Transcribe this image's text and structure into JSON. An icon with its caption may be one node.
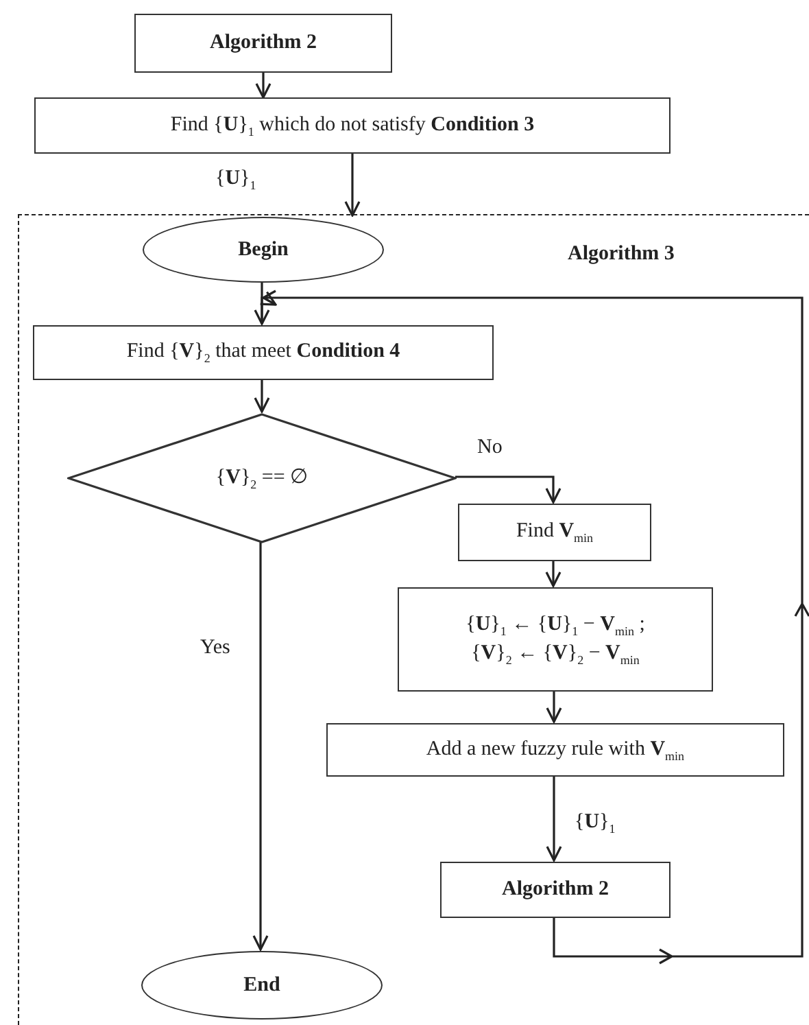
{
  "diagram": {
    "nodes": [
      {
        "text": [
          "Algorithm 2"
        ]
      },
      {
        "text": [
          "Find {**U**}$_{1}$ which do not satisfy **Condition 3**"
        ]
      },
      {
        "text": [
          "Algorithm 3"
        ]
      },
      {
        "text": [
          "Begin"
        ],
        "in": 2
      },
      {
        "text": [
          "Find {**V**}$_{2}$ that meet **Condition 4**"
        ],
        "in": 2
      },
      {
        "text": [
          "{**V**}$_{2}$ == ∅"
        ],
        "in": 2
      },
      {
        "text": [
          "Find **V**$_{min}$"
        ],
        "in": 2
      },
      {
        "text": [
          "{**U**}$_{1}$ ← {**U**}$_{1}$ − **V**$_{min}$ ;",
          "{**V**}$_{2}$ ← {**V**}$_{2}$ − **V**$_{min}$"
        ],
        "in": 2
      },
      {
        "text": [
          "Add a new fuzzy rule with **V**$_{min}$"
        ],
        "in": 2
      },
      {
        "text": [
          "Algorithm 2"
        ],
        "in": 2
      },
      {
        "text": [
          "End"
        ],
        "in": 2
      }
    ],
    "edges": [
      {
        "from": 0,
        "to": 1,
        "arrow": "to"
      },
      {
        "from": 1,
        "to": 3,
        "arrow": "to",
        "label": "{**U**}$_{1}$"
      },
      {
        "from": 3,
        "to": 4,
        "arrow": "to"
      },
      {
        "from": 4,
        "to": 5,
        "arrow": "to"
      },
      {
        "from": 5,
        "to": 6,
        "arrow": "to",
        "label": "No"
      },
      {
        "from": 6,
        "to": 7,
        "arrow": "to"
      },
      {
        "from": 7,
        "to": 8,
        "arrow": "to"
      },
      {
        "from": 8,
        "to": 9,
        "arrow": "to",
        "label": "{**U**}$_{1}$"
      },
      {
        "from": 5,
        "to": 10,
        "arrow": "to",
        "label": "Yes"
      },
      {
        "from": 9,
        "to": 4,
        "arrow": "to"
      }
    ]
  }
}
